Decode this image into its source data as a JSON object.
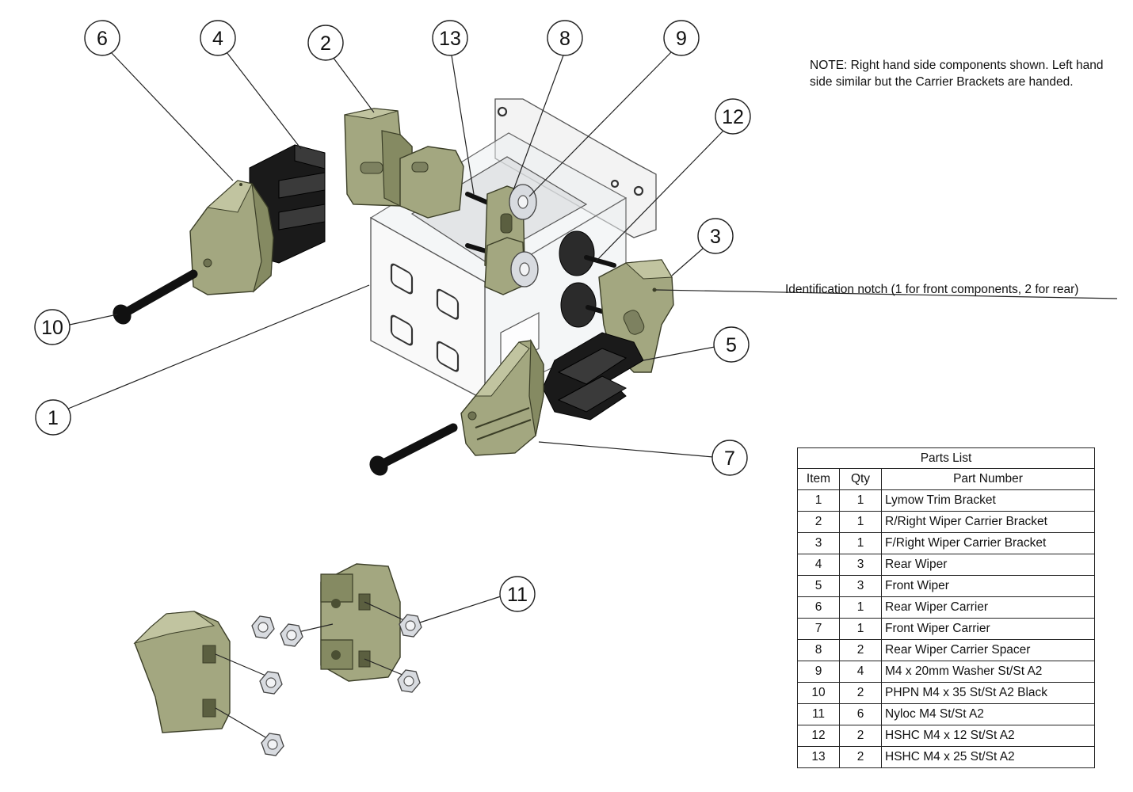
{
  "note": "NOTE: Right hand side components shown. Left hand side similar but the Carrier Brackets are handed.",
  "notch_callout": "Identification notch (1 for front components, 2 for rear)",
  "balloons": [
    "1",
    "2",
    "3",
    "4",
    "5",
    "6",
    "7",
    "8",
    "9",
    "10",
    "11",
    "12",
    "13"
  ],
  "parts_list": {
    "title": "Parts List",
    "headers": {
      "item": "Item",
      "qty": "Qty",
      "part_number": "Part Number"
    },
    "rows": [
      {
        "item": "1",
        "qty": "1",
        "part_number": "Lymow Trim Bracket"
      },
      {
        "item": "2",
        "qty": "1",
        "part_number": "R/Right Wiper Carrier Bracket"
      },
      {
        "item": "3",
        "qty": "1",
        "part_number": "F/Right Wiper Carrier Bracket"
      },
      {
        "item": "4",
        "qty": "3",
        "part_number": "Rear Wiper"
      },
      {
        "item": "5",
        "qty": "3",
        "part_number": "Front Wiper"
      },
      {
        "item": "6",
        "qty": "1",
        "part_number": "Rear Wiper Carrier"
      },
      {
        "item": "7",
        "qty": "1",
        "part_number": "Front Wiper Carrier"
      },
      {
        "item": "8",
        "qty": "2",
        "part_number": "Rear Wiper Carrier Spacer"
      },
      {
        "item": "9",
        "qty": "4",
        "part_number": "M4 x 20mm Washer St/St A2"
      },
      {
        "item": "10",
        "qty": "2",
        "part_number": "PHPN M4 x 35 St/St A2 Black"
      },
      {
        "item": "11",
        "qty": "6",
        "part_number": "Nyloc M4 St/St A2"
      },
      {
        "item": "12",
        "qty": "2",
        "part_number": "HSHC M4 x 12 St/St A2"
      },
      {
        "item": "13",
        "qty": "2",
        "part_number": "HSHC M4 x 25 St/St A2"
      }
    ]
  },
  "colors": {
    "carrier_olive": "#a3a780",
    "wiper_black": "#1a1a1a",
    "bracket_steel": "#f3f3f3",
    "nut_steel": "#d8dbe0"
  }
}
